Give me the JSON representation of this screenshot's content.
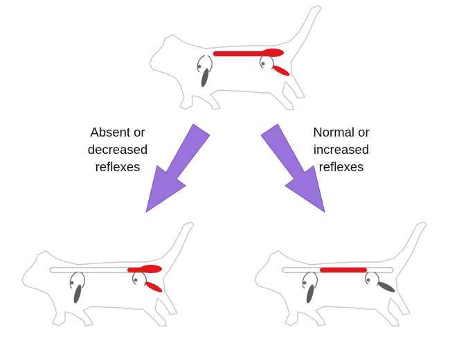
{
  "labels": {
    "left": [
      "Absent or",
      "decreased",
      "reflexes"
    ],
    "right": [
      "Normal or",
      "increased",
      "reflexes"
    ]
  },
  "colors": {
    "background": "#ffffff",
    "cat_outline": "#c8c8c8",
    "lesion_red": "#e0191e",
    "normal_cord": "#ffffff",
    "neuron_gray": "#6a6a6a",
    "muscle_gray": "#5c5c5c",
    "arrow_fill": "#9a72dc",
    "arrow_stroke": "#7a52c0"
  },
  "icons": {
    "cat_figure": "walking-cat-silhouette",
    "arrow": "down-diagonal-arrow"
  },
  "figures": {
    "top_cat": {
      "cord": "red-full",
      "thoracic_reflex": "gray",
      "pelvic_reflex": "red"
    },
    "bottom_left_cat": {
      "cord": "red-caudal",
      "thoracic_reflex": "gray",
      "pelvic_reflex": "red"
    },
    "bottom_right_cat": {
      "cord": "red-middle",
      "thoracic_reflex": "gray",
      "pelvic_reflex": "gray"
    }
  }
}
